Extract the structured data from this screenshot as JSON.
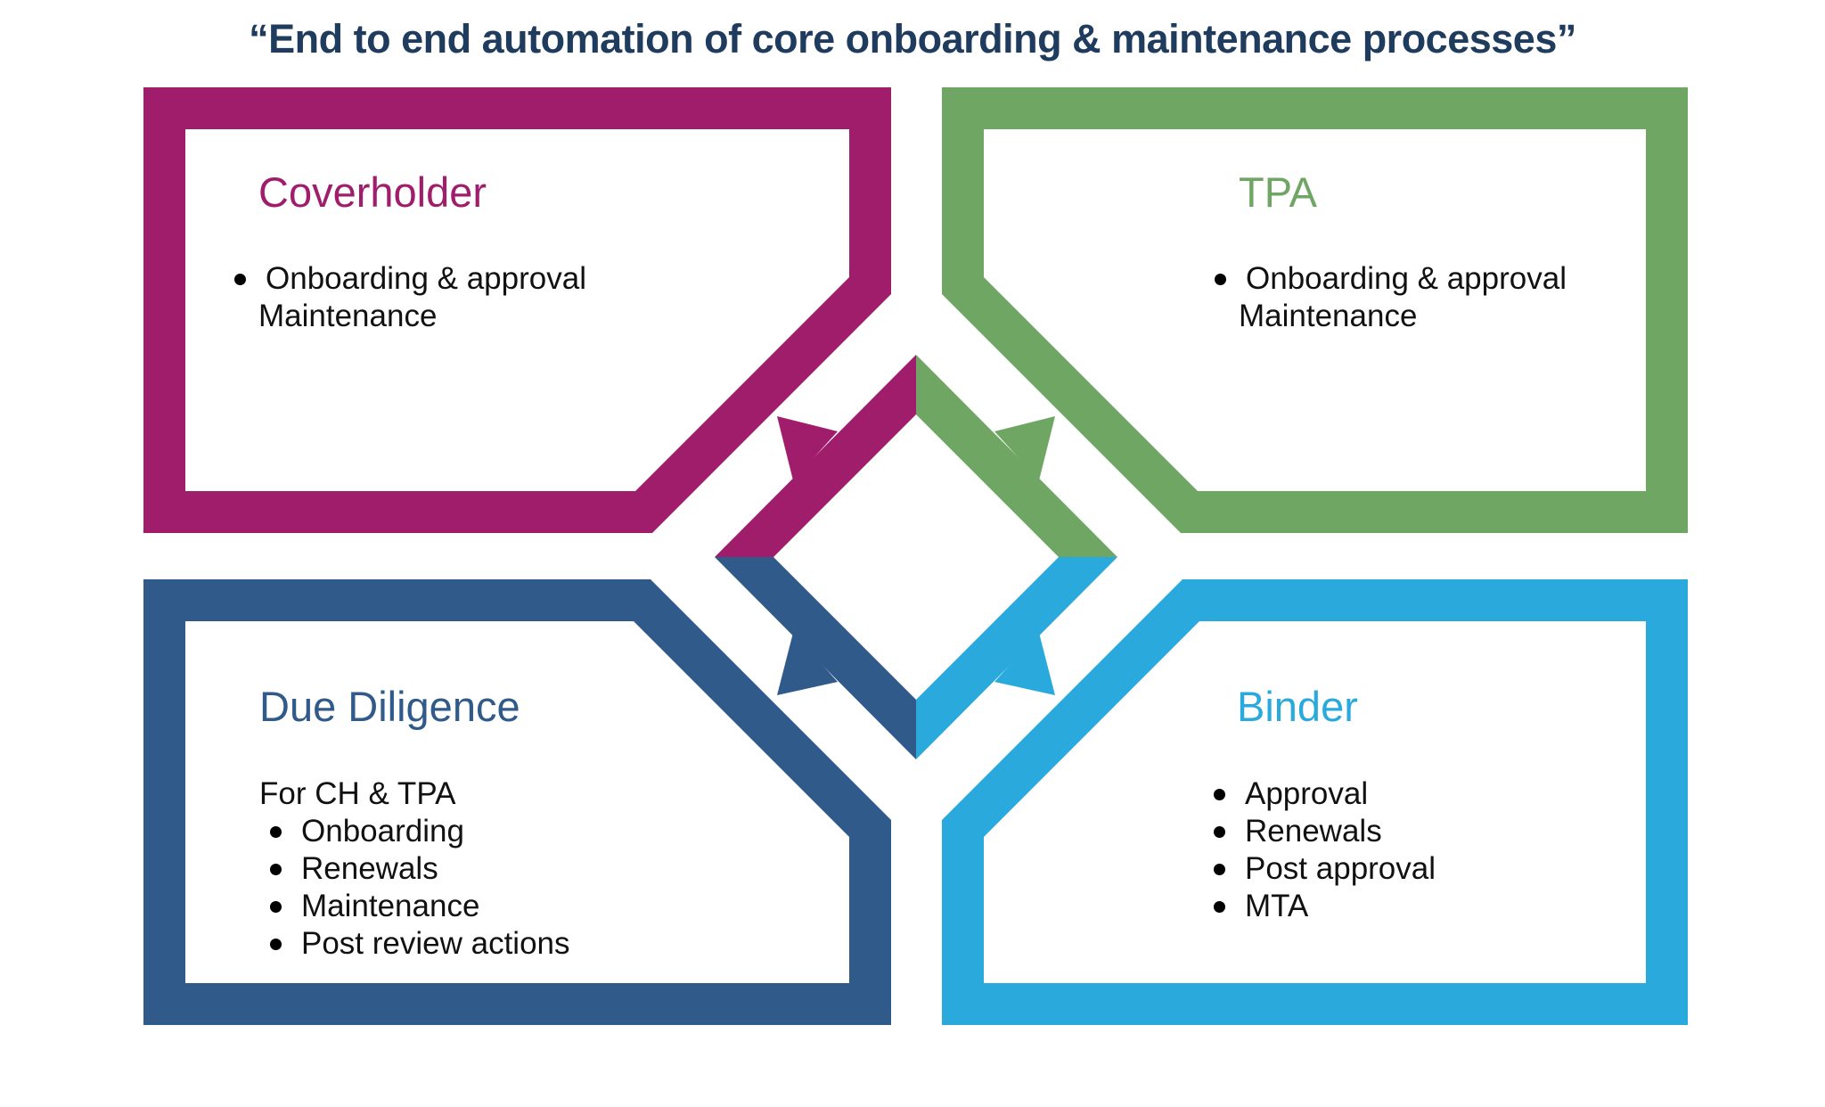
{
  "title": "“End to end automation of core onboarding & maintenance processes”",
  "colors": {
    "title": "#1f3c5e",
    "coverholder": "#a01d6c",
    "tpa": "#6fa663",
    "due_diligence": "#2f5a8a",
    "binder": "#29a9dc"
  },
  "boxes": {
    "coverholder": {
      "heading": "Coverholder",
      "bullets": [
        "Onboarding & approval"
      ],
      "continuation": "Maintenance"
    },
    "tpa": {
      "heading": "TPA",
      "bullets": [
        "Onboarding & approval"
      ],
      "continuation": "Maintenance"
    },
    "due_diligence": {
      "heading": "Due Diligence",
      "intro": "For CH & TPA",
      "bullets": [
        "Onboarding",
        "Renewals",
        "Maintenance",
        "Post review actions"
      ]
    },
    "binder": {
      "heading": "Binder",
      "bullets": [
        "Approval",
        "Renewals",
        "Post approval",
        "MTA"
      ]
    }
  }
}
